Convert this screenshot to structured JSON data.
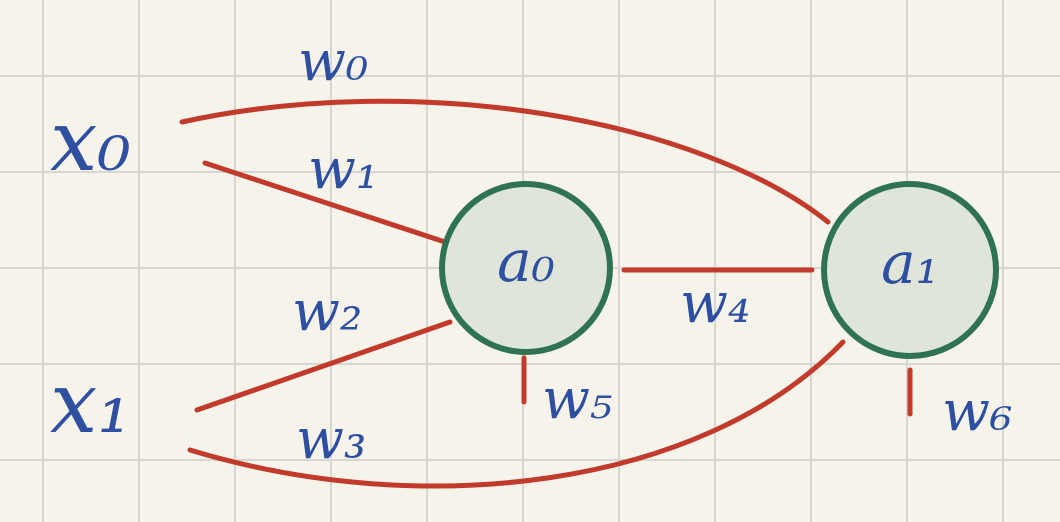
{
  "colors": {
    "background": "#f6f4ea",
    "grid": "#d6d6d2",
    "edge": "#c23a2c",
    "node_fill": "#dfe6d9",
    "node_stroke": "#2f7353",
    "ink": "#2f4fa0"
  },
  "inputs": {
    "x0": "x₀",
    "x1": "x₁"
  },
  "nodes": {
    "a0": "a₀",
    "a1": "a₁"
  },
  "weights": {
    "w0": "w₀",
    "w1": "w₁",
    "w2": "w₂",
    "w3": "w₃",
    "w4": "w₄",
    "w5": "w₅",
    "w6": "w₆"
  }
}
